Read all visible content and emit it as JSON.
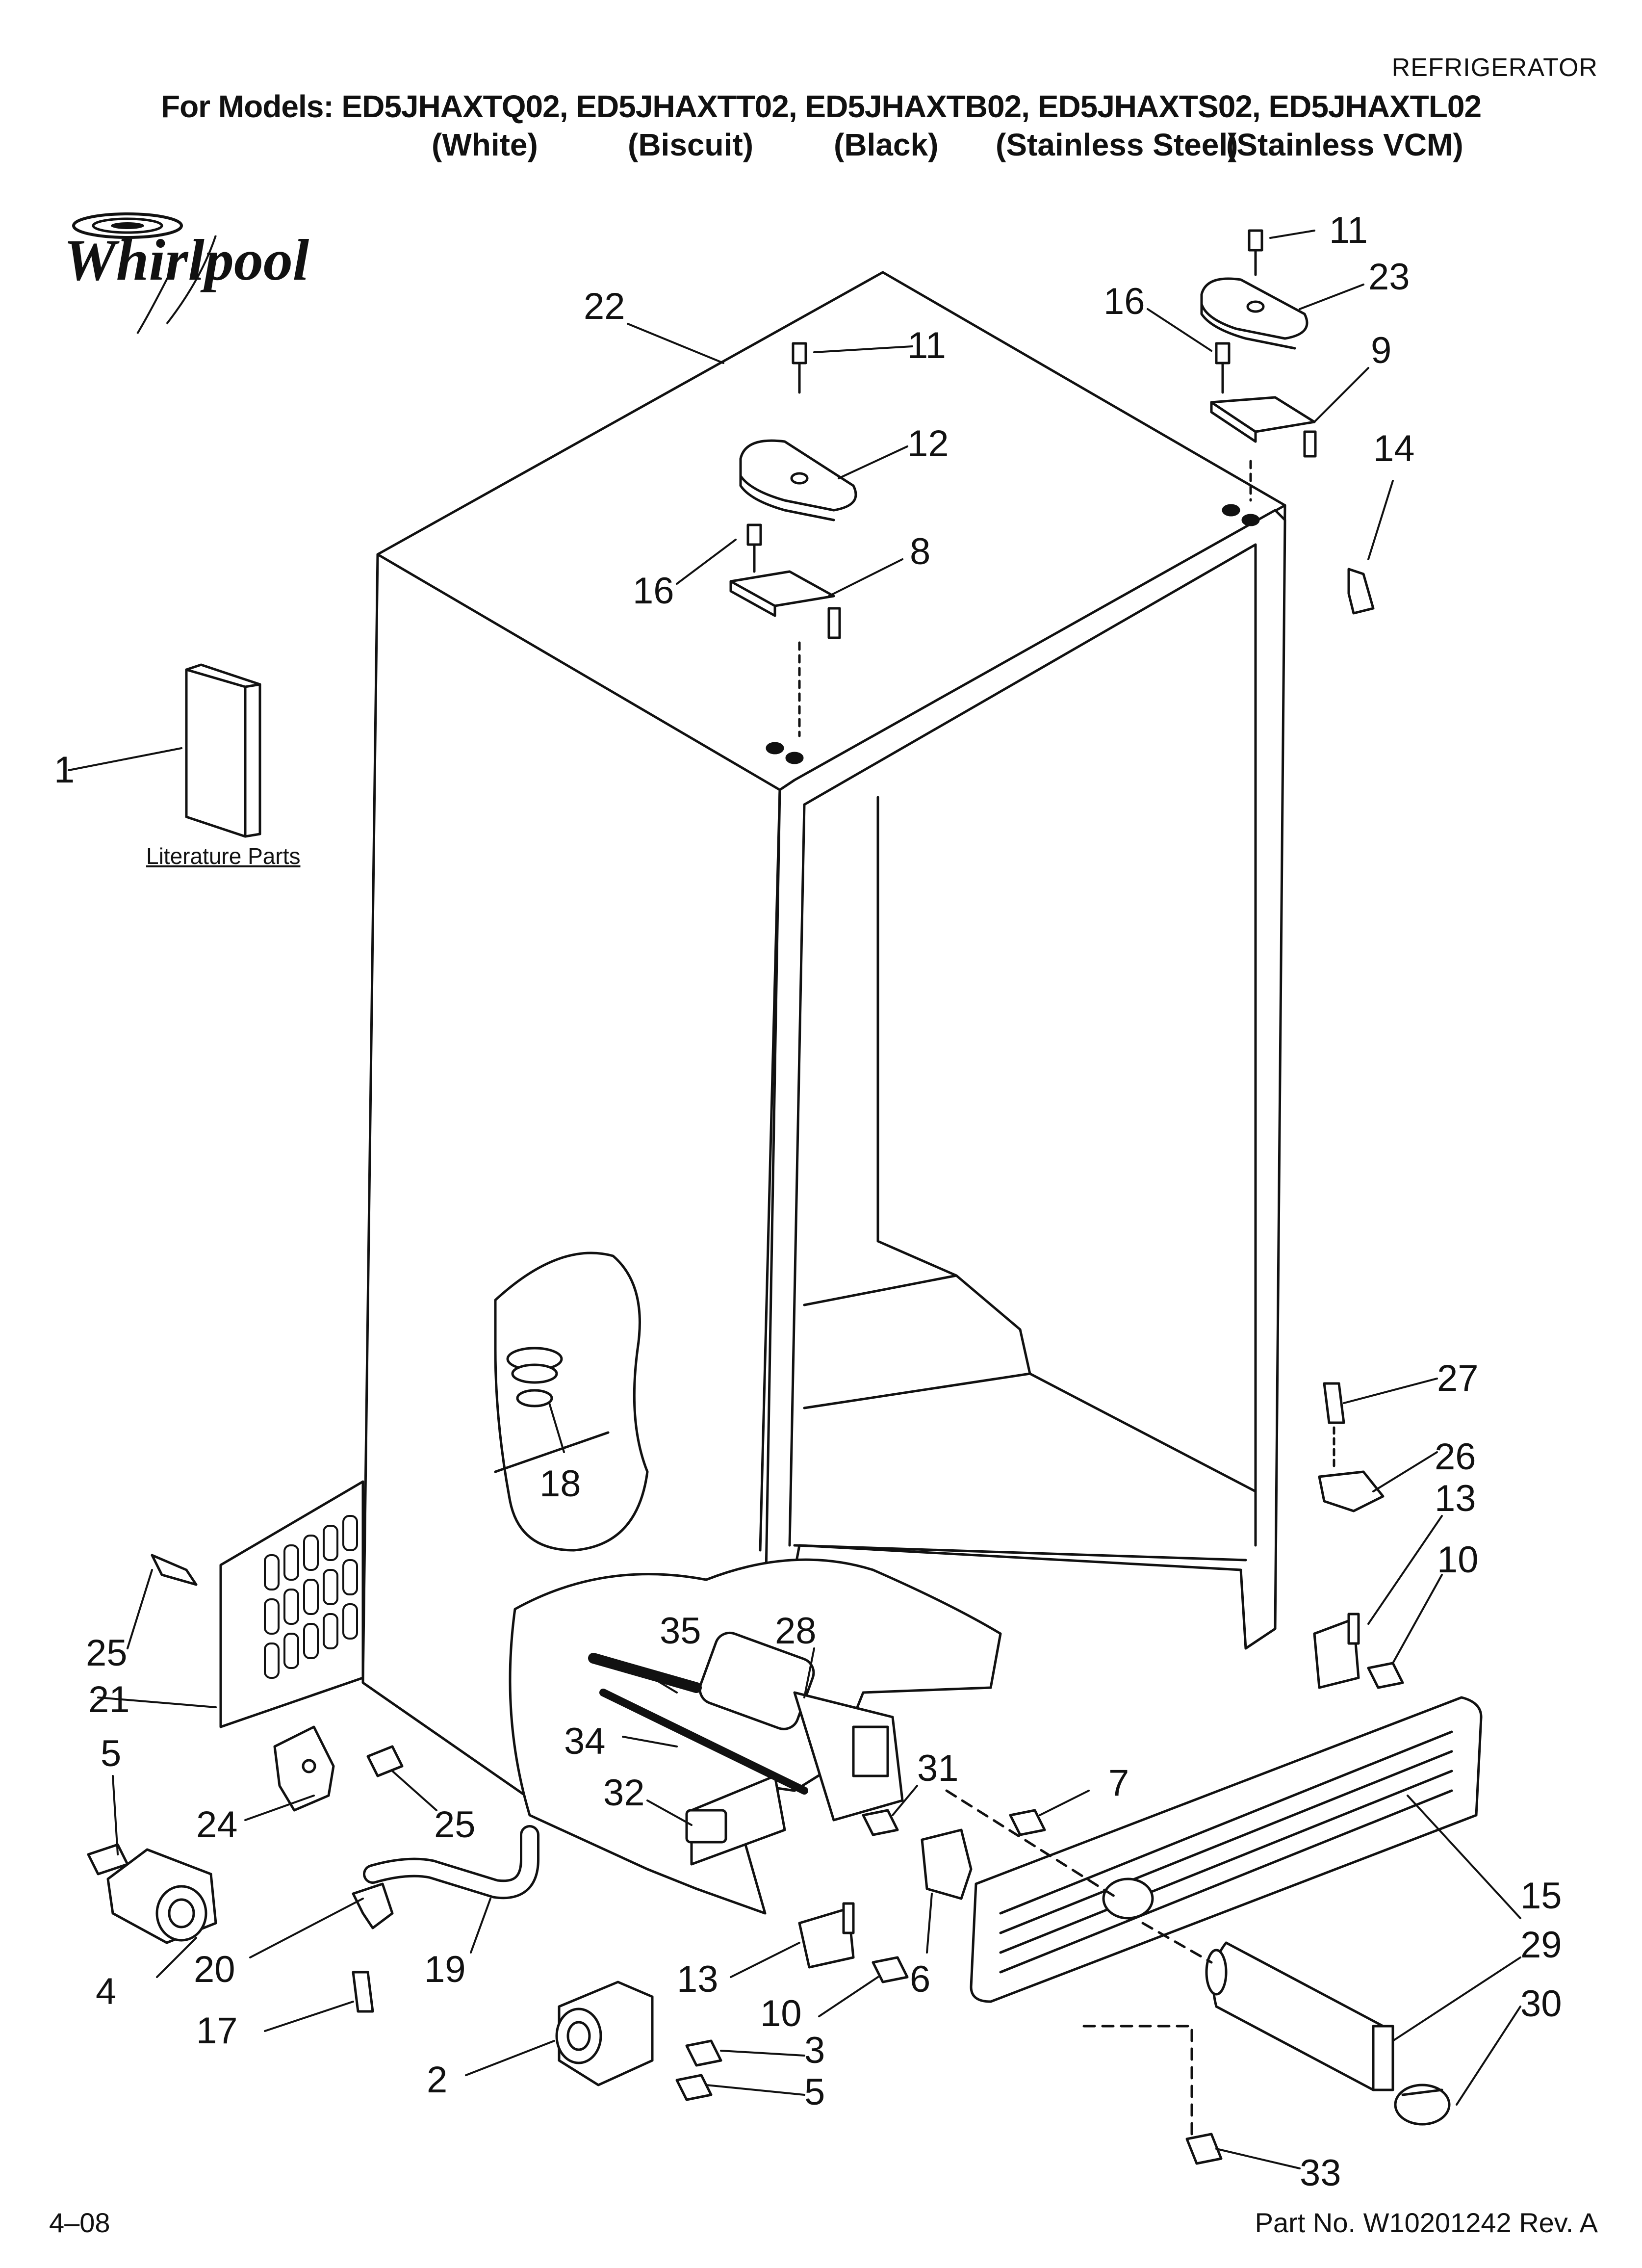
{
  "header": {
    "category": "REFRIGERATOR",
    "models_line": "For Models: ED5JHAXTQ02, ED5JHAXTT02, ED5JHAXTB02, ED5JHAXTS02, ED5JHAXTL02",
    "variants": [
      "(White)",
      "(Biscuit)",
      "(Black)",
      "(Stainless Steel)",
      "(Stainless VCM)"
    ]
  },
  "brand": {
    "logo_text": "Whirlpool"
  },
  "diagram": {
    "literature_label": "Literature Parts",
    "callouts": [
      "1",
      "2",
      "3",
      "4",
      "5",
      "5",
      "6",
      "7",
      "8",
      "9",
      "10",
      "10",
      "11",
      "11",
      "12",
      "13",
      "13",
      "14",
      "15",
      "16",
      "16",
      "17",
      "18",
      "19",
      "20",
      "21",
      "22",
      "23",
      "24",
      "25",
      "25",
      "26",
      "27",
      "28",
      "29",
      "30",
      "31",
      "32",
      "33",
      "34",
      "35"
    ]
  },
  "footer": {
    "date": "4–08",
    "part_number": "Part No. W10201242 Rev. A"
  },
  "colors": {
    "ink": "#111111",
    "paper": "#ffffff"
  }
}
